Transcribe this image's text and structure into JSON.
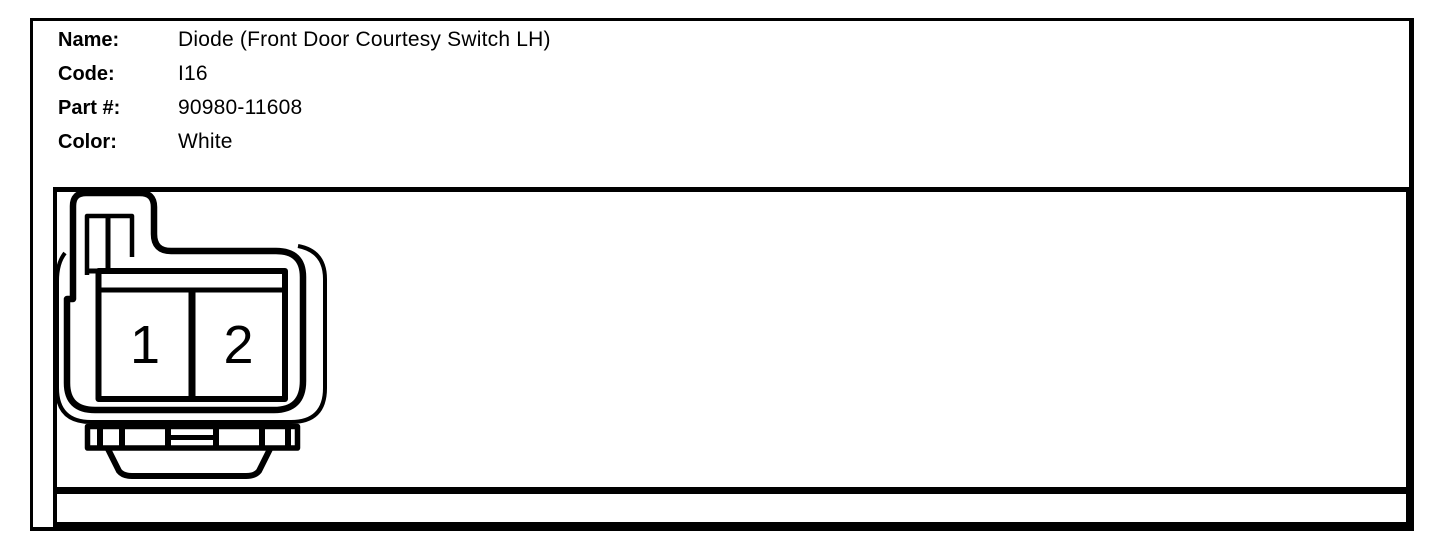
{
  "page": {
    "background_color": "#ffffff",
    "line_color": "#000000"
  },
  "header": {
    "rows": [
      {
        "label": "Name:",
        "value": "Diode (Front Door Courtesy Switch LH)"
      },
      {
        "label": "Code:",
        "value": "I16"
      },
      {
        "label": "Part #:",
        "value": "90980-11608"
      },
      {
        "label": "Color:",
        "value": "White"
      }
    ]
  },
  "connector": {
    "description": "2-pin connector face view with top-left lock tab, rib strip and trapezoid base",
    "pin_count": 2,
    "pins": [
      {
        "number": "1"
      },
      {
        "number": "2"
      }
    ],
    "outline_color": "#000000",
    "fill_color": "#ffffff"
  }
}
